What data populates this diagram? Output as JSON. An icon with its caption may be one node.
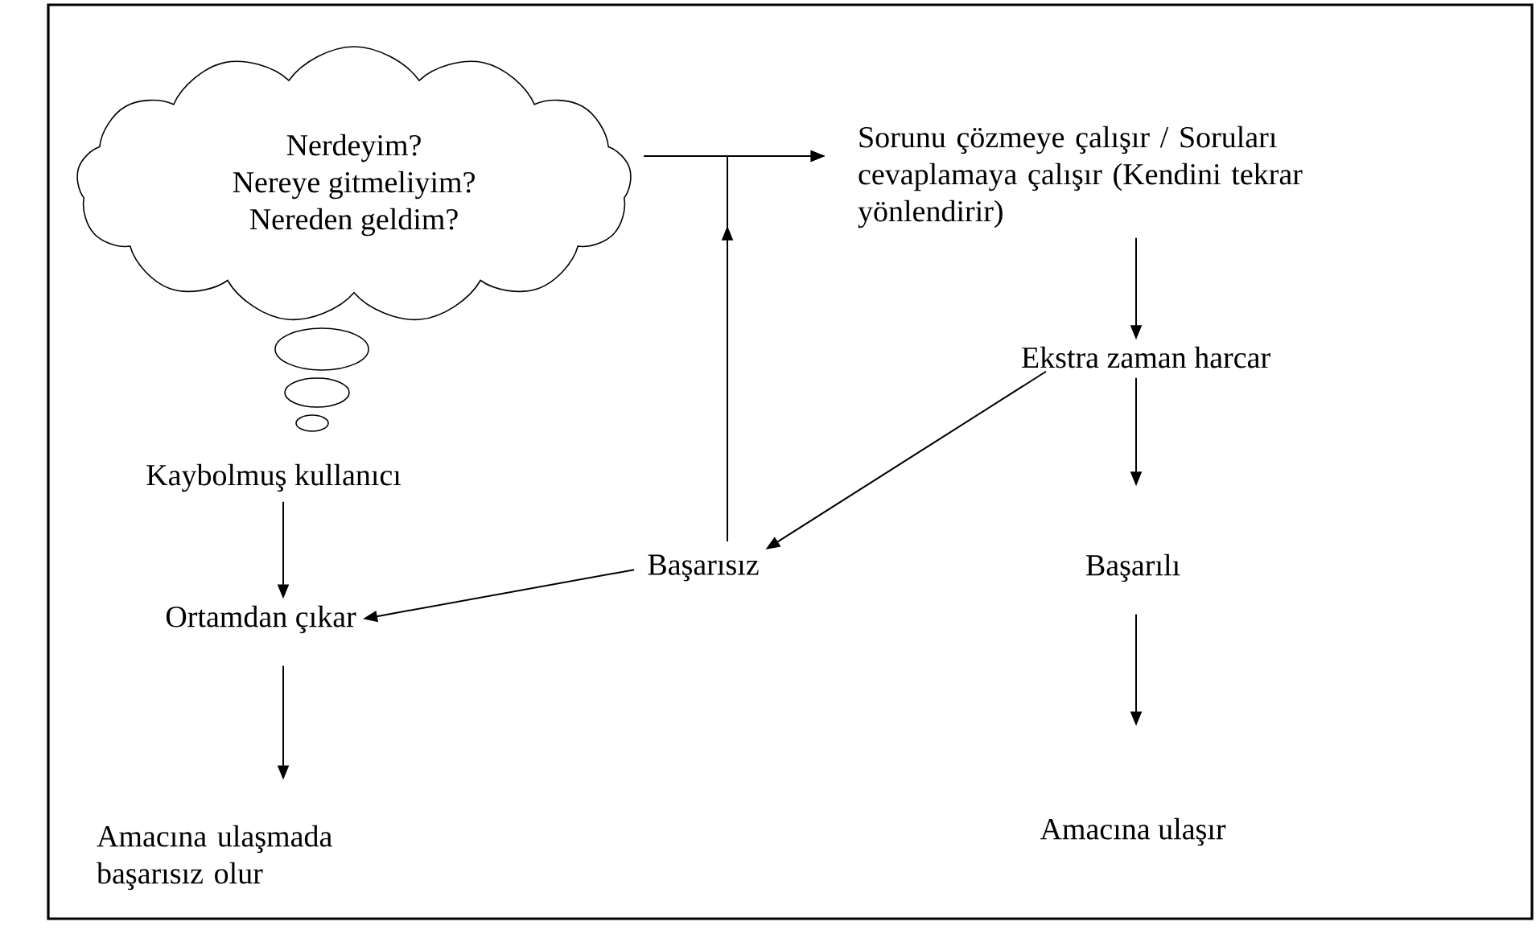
{
  "diagram": {
    "nodes": [
      {
        "text": [
          "Nerdeyim? Nereye gitmeliyim? Nereden geldim?"
        ]
      },
      {
        "text": [
          "Sorunu çözmeye çalışır / Soruları cevaplamaya çalışır (Kendini tekrar yönlendirir)"
        ]
      },
      {
        "text": [
          "Ekstra zaman harcar"
        ]
      },
      {
        "text": [
          "Kaybolmuş kullanıcı"
        ]
      },
      {
        "text": [
          "Başarısız"
        ]
      },
      {
        "text": [
          "Başarılı"
        ]
      },
      {
        "text": [
          "Ortamdan çıkar"
        ]
      },
      {
        "text": [
          "Amacına ulaşmada başarısız olur"
        ]
      },
      {
        "text": [
          "Amacına ulaşır"
        ]
      }
    ],
    "edges": [
      {
        "from": 0,
        "to": 1,
        "arrow": "to"
      },
      {
        "from": 1,
        "to": 2,
        "arrow": "to"
      },
      {
        "from": 2,
        "to": 4,
        "arrow": "to"
      },
      {
        "from": 2,
        "to": 5,
        "arrow": "to"
      },
      {
        "from": 4,
        "to": 1,
        "arrow": "to"
      },
      {
        "from": 4,
        "to": 6,
        "arrow": "to"
      },
      {
        "from": 3,
        "to": 6,
        "arrow": "to"
      },
      {
        "from": 6,
        "to": 7,
        "arrow": "to"
      },
      {
        "from": 5,
        "to": 8,
        "arrow": "to"
      }
    ]
  }
}
